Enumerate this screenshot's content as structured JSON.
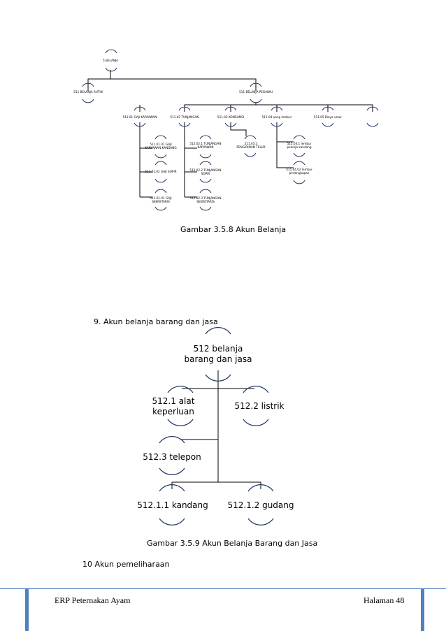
{
  "diagram1": {
    "root": "5.BELANJA",
    "level1": [
      "511 BELANJA RUTIN",
      "511 BELANJA PEGAWAI"
    ],
    "level2": [
      "511.01 GAJI KARYAWAN",
      "511.02 TUNJANGAN",
      "511.03 KONSUMSI",
      "511.04 uang lembur",
      "511.05 Biaya umur"
    ],
    "gaji_children": [
      "511.01.01 GAJI KARYAWAN KANDANG",
      "511.01.02 GAJI SOPIR",
      "511.01.01 GAJI SEKRETARIS"
    ],
    "tunjangan_children": [
      "512.02.1 TUNJANGAN KARYAWAN",
      "512.02.2 TUNJANGAN SOPIR",
      "512.02.3 TUNJANGAN SEKRETARIS"
    ],
    "konsumsi_children": [
      "511.03.1 PENGIRIMAN TELUR"
    ],
    "lembur_children": [
      "511.04.1 lembur pekerja kandang",
      "511.04.02 lembur perlengkapan"
    ],
    "caption": "Gambar 3.5.8 Akun Belanja"
  },
  "section9": "9. Akun belanja barang dan jasa",
  "diagram2": {
    "root": "512 belanja barang dan jasa",
    "alat": "512.1 alat keperluan",
    "listrik": "512.2 listrik",
    "telepon": "512.3 telepon",
    "kandang": "512.1.1 kandang",
    "gudang": "512.1.2 gudang",
    "caption": "Gambar 3.5.9 Akun Belanja Barang dan Jasa"
  },
  "section10": "10 Akun pemeliharaan",
  "footer": {
    "left": "ERP Peternakan Ayam",
    "right": "Halaman 48",
    "accent_color": "#4f81bd"
  }
}
